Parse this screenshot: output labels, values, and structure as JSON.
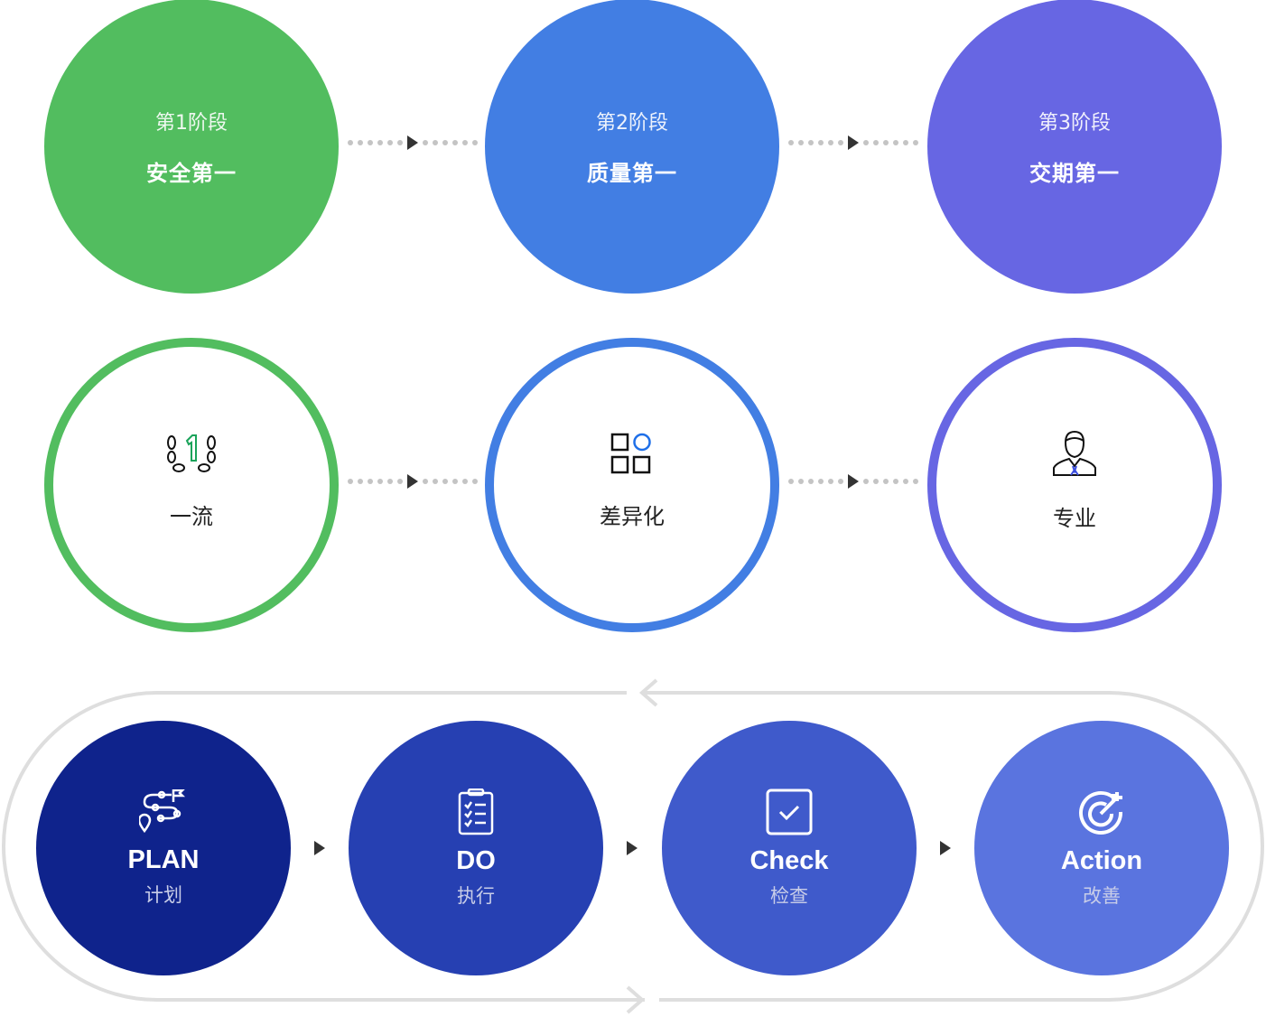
{
  "colors": {
    "green": "#52bd5f",
    "blue": "#427ee3",
    "purple": "#6766e3",
    "plan": "#0f238c",
    "do": "#2640b2",
    "check": "#3f5acb",
    "action": "#5a74df"
  },
  "stages": [
    {
      "stage": "第1阶段",
      "title": "安全第一"
    },
    {
      "stage": "第2阶段",
      "title": "质量第一"
    },
    {
      "stage": "第3阶段",
      "title": "交期第一"
    }
  ],
  "values": [
    {
      "icon": "laurel-number-one-icon",
      "title": "一流"
    },
    {
      "icon": "grid-squares-circle-icon",
      "title": "差异化"
    },
    {
      "icon": "professional-person-icon",
      "title": "专业"
    }
  ],
  "pdca": [
    {
      "icon": "route-flag-icon",
      "title": "PLAN",
      "subtitle": "计划"
    },
    {
      "icon": "clipboard-checklist-icon",
      "title": "DO",
      "subtitle": "执行"
    },
    {
      "icon": "checkbox-icon",
      "title": "Check",
      "subtitle": "检查"
    },
    {
      "icon": "target-arrow-icon",
      "title": "Action",
      "subtitle": "改善"
    }
  ]
}
